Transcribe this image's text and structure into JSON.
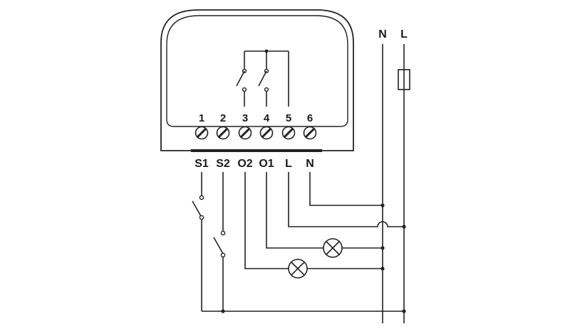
{
  "terminals": {
    "numbers": [
      "1",
      "2",
      "3",
      "4",
      "5",
      "6"
    ],
    "labels": [
      "S1",
      "S2",
      "O2",
      "O1",
      "L",
      "N"
    ]
  },
  "supply": {
    "neutral": "N",
    "line": "L"
  },
  "icons": {
    "terminal_screw": "screw-terminal-icon",
    "lamp": "lamp-icon",
    "fuse": "fuse-icon",
    "switch": "switch-icon"
  },
  "colors": {
    "line": "#222222",
    "background": "#ffffff"
  }
}
